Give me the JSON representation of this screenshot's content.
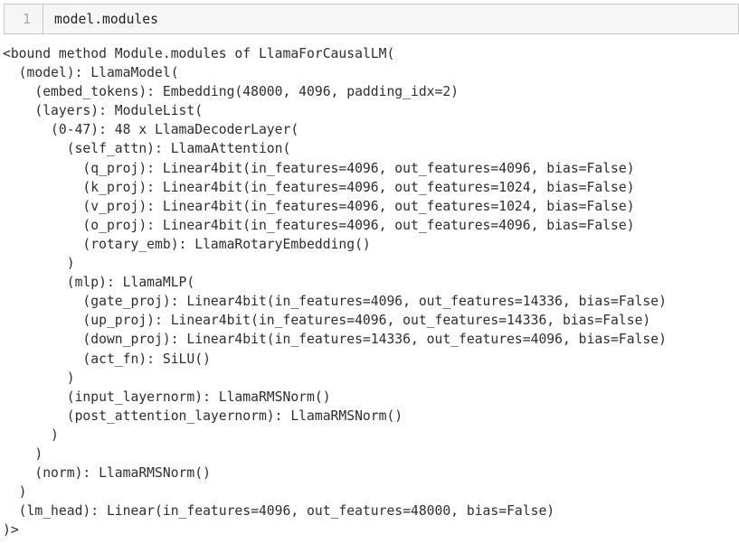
{
  "code_cell": {
    "line_number": "1",
    "code": "model.modules"
  },
  "output": {
    "lines": [
      "<bound method Module.modules of LlamaForCausalLM(",
      "  (model): LlamaModel(",
      "    (embed_tokens): Embedding(48000, 4096, padding_idx=2)",
      "    (layers): ModuleList(",
      "      (0-47): 48 x LlamaDecoderLayer(",
      "        (self_attn): LlamaAttention(",
      "          (q_proj): Linear4bit(in_features=4096, out_features=4096, bias=False)",
      "          (k_proj): Linear4bit(in_features=4096, out_features=1024, bias=False)",
      "          (v_proj): Linear4bit(in_features=4096, out_features=1024, bias=False)",
      "          (o_proj): Linear4bit(in_features=4096, out_features=4096, bias=False)",
      "          (rotary_emb): LlamaRotaryEmbedding()",
      "        )",
      "        (mlp): LlamaMLP(",
      "          (gate_proj): Linear4bit(in_features=4096, out_features=14336, bias=False)",
      "          (up_proj): Linear4bit(in_features=4096, out_features=14336, bias=False)",
      "          (down_proj): Linear4bit(in_features=14336, out_features=4096, bias=False)",
      "          (act_fn): SiLU()",
      "        )",
      "        (input_layernorm): LlamaRMSNorm()",
      "        (post_attention_layernorm): LlamaRMSNorm()",
      "      )",
      "    )",
      "    (norm): LlamaRMSNorm()",
      "  )",
      "  (lm_head): Linear(in_features=4096, out_features=48000, bias=False)",
      ")>"
    ]
  },
  "colors": {
    "page_background": "#ffffff",
    "cell_background": "#f6f6f6",
    "cell_border": "#c9c9c9",
    "line_number_color": "#a6a6a6",
    "code_text": "#222222",
    "output_text": "#2e2e2e"
  }
}
